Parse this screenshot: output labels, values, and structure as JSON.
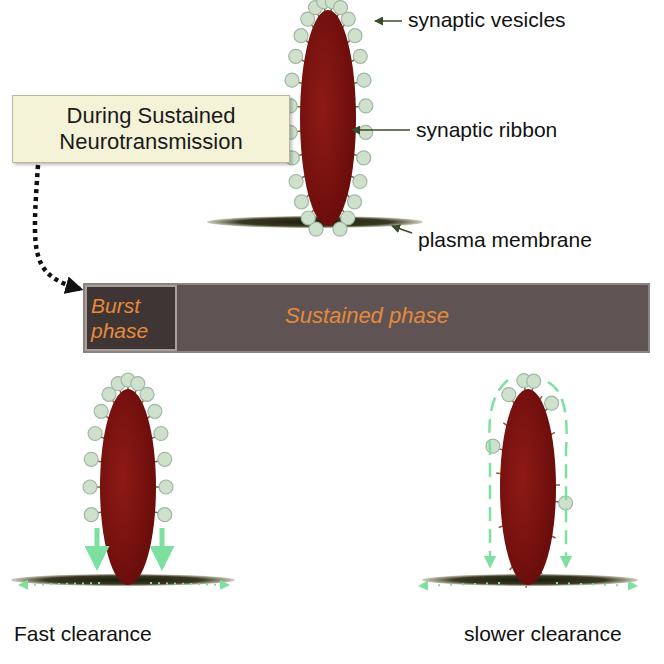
{
  "diagram": {
    "nodes": [
      {
        "text": [
          "During Sustained Neurotransmission"
        ]
      },
      {
        "text": [
          "Sustained phase"
        ]
      },
      {
        "text": [
          "Burst phase"
        ],
        "in": 1
      }
    ],
    "edges": [
      {
        "from": 0,
        "to": 1,
        "arrow": "to"
      }
    ],
    "labels": [
      "synaptic vesicles",
      "synaptic ribbon",
      "plasma membrane",
      "Fast clearance",
      "slower clearance"
    ]
  }
}
